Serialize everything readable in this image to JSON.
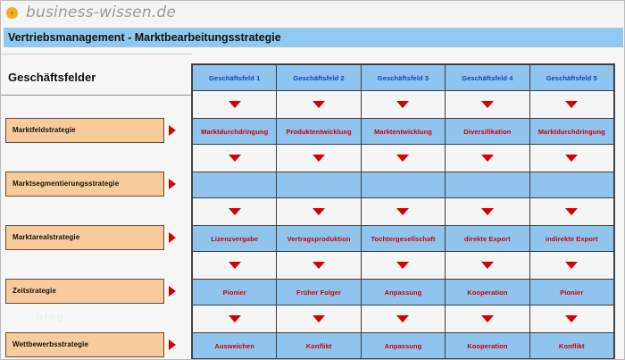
{
  "brand": {
    "logo_icon": "dot-logo-icon",
    "name": "business-wissen.de"
  },
  "title_band": {
    "text": "Vertriebsmanagement - Marktbearbeitungsstrategie",
    "background_color": "#92c8ef"
  },
  "section": {
    "heading": "Geschäftsfelder"
  },
  "watermark": {
    "text": "blog"
  },
  "colors": {
    "cell_blue": "#8ec4ee",
    "label_orange": "#f7cb9c",
    "arrow_red": "#d40000",
    "header_text_blue": "#1a3fb0",
    "data_text_red": "#cc0000"
  },
  "matrix": {
    "columns": [
      "Geschäftsfeld 1",
      "Geschäftsfeld 2",
      "Geschäftsfeld 3",
      "Geschäftsfeld 4",
      "Geschäftsfeld 5"
    ],
    "rows": [
      {
        "label": "Marktfeldstrategie",
        "cells": [
          "Marktdurchdringung",
          "Produktentwicklung",
          "Marktentwicklung",
          "Diversifikation",
          "Marktdurchdringung"
        ]
      },
      {
        "label": "Marktsegmentierungsstrategie",
        "cells": [
          "",
          "",
          "",
          "",
          ""
        ]
      },
      {
        "label": "Marktarealstrategie",
        "cells": [
          "Lizenzvergabe",
          "Vertragsproduktion",
          "Tochtergesellschaft",
          "direkte Export",
          "indirekte Export"
        ]
      },
      {
        "label": "Zeitstrategie",
        "cells": [
          "Pionier",
          "Früher Folger",
          "Anpassung",
          "Kooperation",
          "Pionier"
        ]
      },
      {
        "label": "Wettbewerbsstrategie",
        "cells": [
          "Ausweichen",
          "Konflikt",
          "Anpassung",
          "Kooperation",
          "Konflikt"
        ]
      }
    ]
  }
}
